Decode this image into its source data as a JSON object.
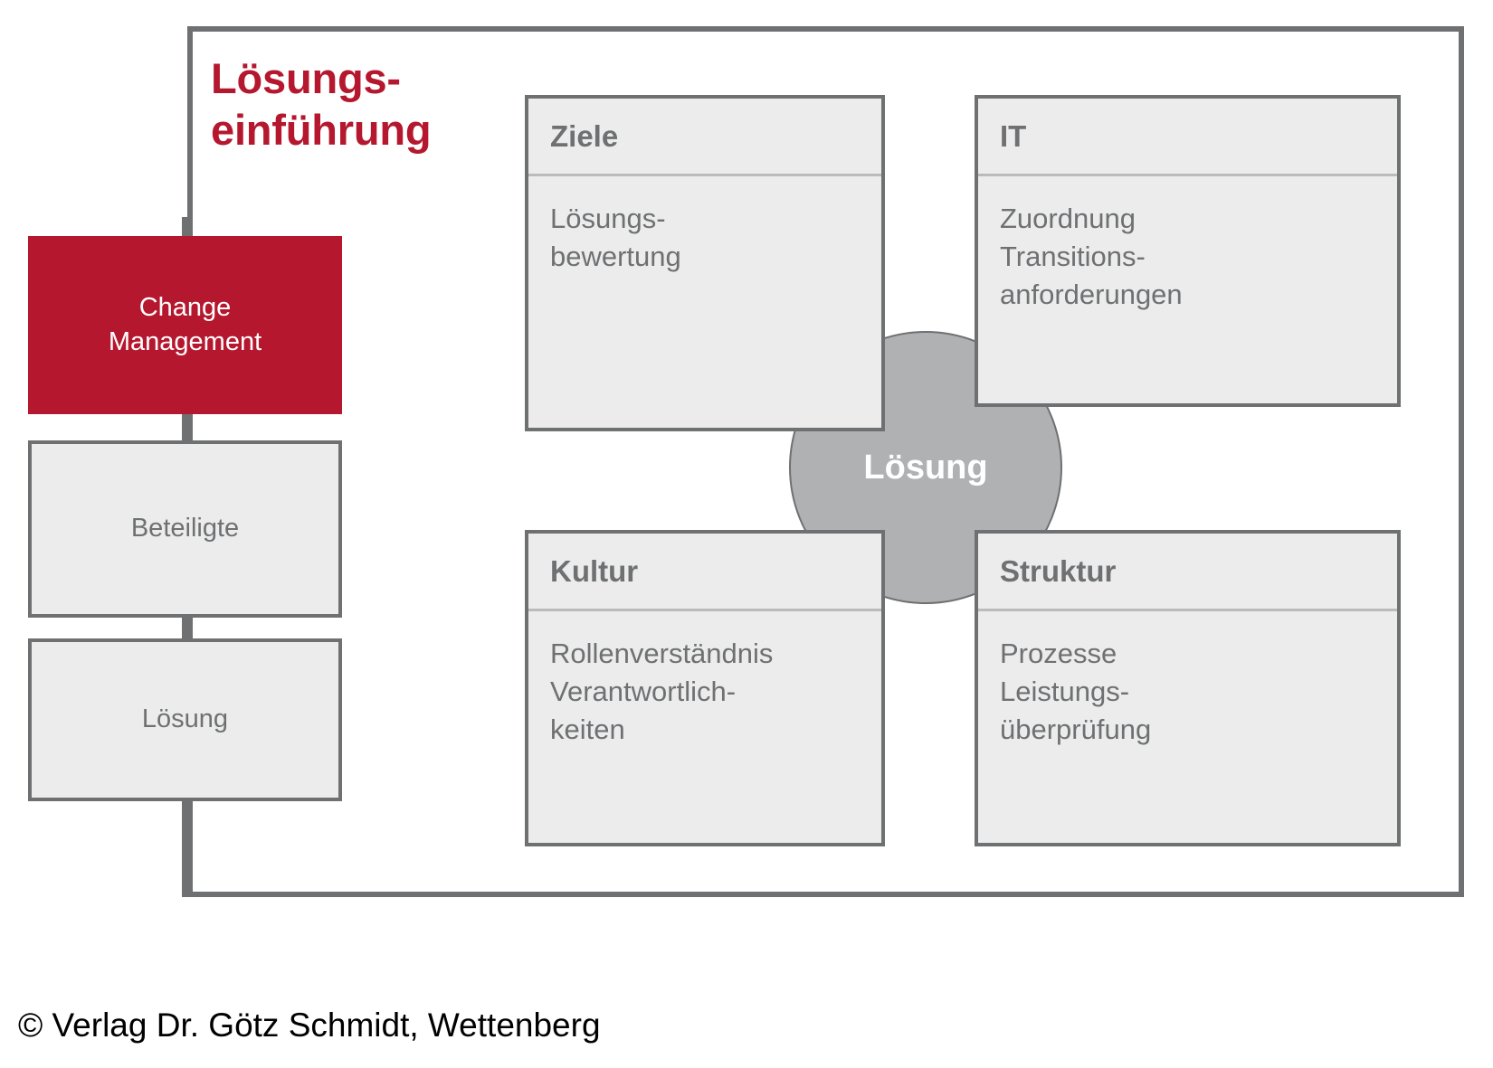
{
  "title": "Lösungs-\neinführung",
  "colors": {
    "accent_red": "#B5172E",
    "box_fill": "#ECECEC",
    "border_gray": "#6E7072",
    "circle_gray": "#AFB1B3",
    "divider_gray": "#B9BBBD",
    "text_gray": "#6E7072",
    "white": "#FFFFFF"
  },
  "left_column": {
    "boxes": [
      {
        "label": "Change\nManagement",
        "style": "accent"
      },
      {
        "label": "Beteiligte",
        "style": "plain"
      },
      {
        "label": "Lösung",
        "style": "plain"
      }
    ]
  },
  "center": {
    "label": "Lösung"
  },
  "quadrants": [
    {
      "id": "ziele",
      "header": "Ziele",
      "body": "Lösungs-\nbewertung"
    },
    {
      "id": "it",
      "header": "IT",
      "body": "Zuordnung\nTransitions-\nanforderungen"
    },
    {
      "id": "kultur",
      "header": "Kultur",
      "body": "Rollenverständnis\nVerantwortlich-\nkeiten"
    },
    {
      "id": "struktur",
      "header": "Struktur",
      "body": "Prozesse\nLeistungs-\nüberprüfung"
    }
  ],
  "footer": {
    "copyright": "© Verlag Dr. Götz Schmidt, Wettenberg"
  }
}
